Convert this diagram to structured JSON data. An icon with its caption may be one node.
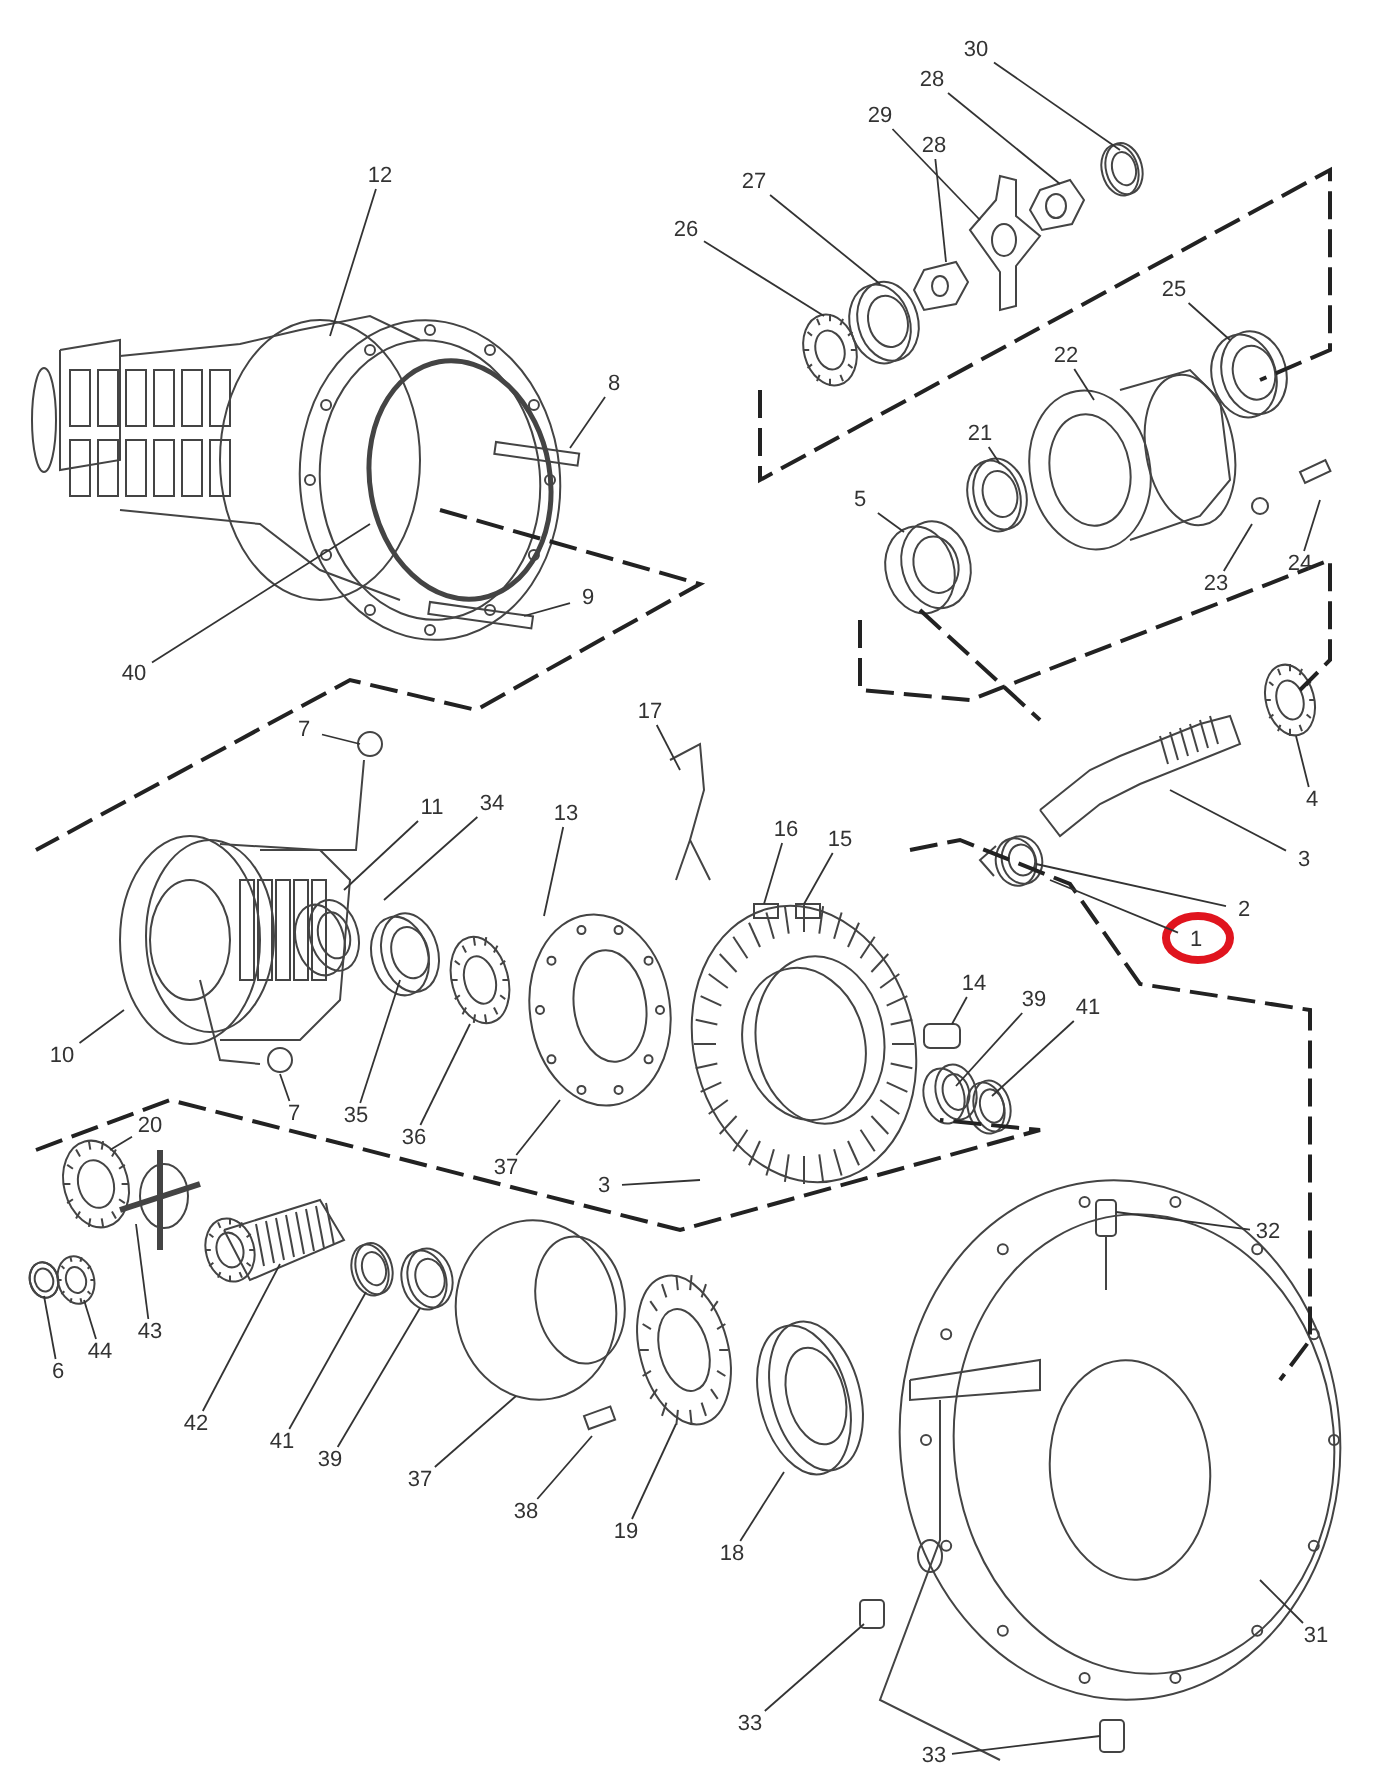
{
  "diagram": {
    "nodes": [
      {
        "text": [
          "12"
        ]
      },
      {
        "text": [
          "8"
        ]
      },
      {
        "text": [
          "9"
        ]
      },
      {
        "text": [
          "40"
        ]
      },
      {
        "text": [
          "7"
        ]
      },
      {
        "text": [
          "11"
        ]
      },
      {
        "text": [
          "34"
        ]
      },
      {
        "text": [
          "13"
        ]
      },
      {
        "text": [
          "17"
        ]
      },
      {
        "text": [
          "16"
        ]
      },
      {
        "text": [
          "15"
        ]
      },
      {
        "text": [
          "30"
        ]
      },
      {
        "text": [
          "28"
        ]
      },
      {
        "text": [
          "29"
        ]
      },
      {
        "text": [
          "28"
        ]
      },
      {
        "text": [
          "27"
        ]
      },
      {
        "text": [
          "26"
        ]
      },
      {
        "text": [
          "25"
        ]
      },
      {
        "text": [
          "22"
        ]
      },
      {
        "text": [
          "21"
        ]
      },
      {
        "text": [
          "5"
        ]
      },
      {
        "text": [
          "24"
        ]
      },
      {
        "text": [
          "23"
        ]
      },
      {
        "text": [
          "4"
        ]
      },
      {
        "text": [
          "3"
        ]
      },
      {
        "text": [
          "2"
        ]
      },
      {
        "text": [
          "1"
        ]
      },
      {
        "text": [
          "10"
        ]
      },
      {
        "text": [
          "7"
        ]
      },
      {
        "text": [
          "35"
        ]
      },
      {
        "text": [
          "36"
        ]
      },
      {
        "text": [
          "37"
        ]
      },
      {
        "text": [
          "3"
        ]
      },
      {
        "text": [
          "14"
        ]
      },
      {
        "text": [
          "39"
        ]
      },
      {
        "text": [
          "41"
        ]
      },
      {
        "text": [
          "20"
        ]
      },
      {
        "text": [
          "43"
        ]
      },
      {
        "text": [
          "44"
        ]
      },
      {
        "text": [
          "6"
        ]
      },
      {
        "text": [
          "42"
        ]
      },
      {
        "text": [
          "41"
        ]
      },
      {
        "text": [
          "39"
        ]
      },
      {
        "text": [
          "37"
        ]
      },
      {
        "text": [
          "38"
        ]
      },
      {
        "text": [
          "19"
        ]
      },
      {
        "text": [
          "18"
        ]
      },
      {
        "text": [
          "32"
        ]
      },
      {
        "text": [
          "31"
        ]
      },
      {
        "text": [
          "33"
        ]
      },
      {
        "text": [
          "33"
        ]
      }
    ],
    "edges": [
      {
        "from": 0,
        "to": null,
        "arrow": "none"
      },
      {
        "from": 1,
        "to": null,
        "arrow": "none"
      },
      {
        "from": 2,
        "to": null,
        "arrow": "none"
      },
      {
        "from": 3,
        "to": null,
        "arrow": "none"
      },
      {
        "from": 4,
        "to": null,
        "arrow": "none"
      },
      {
        "from": 5,
        "to": null,
        "arrow": "none"
      },
      {
        "from": 6,
        "to": null,
        "arrow": "none"
      },
      {
        "from": 7,
        "to": null,
        "arrow": "none"
      },
      {
        "from": 8,
        "to": null,
        "arrow": "none"
      },
      {
        "from": 9,
        "to": null,
        "arrow": "none"
      },
      {
        "from": 10,
        "to": null,
        "arrow": "none"
      },
      {
        "from": 11,
        "to": null,
        "arrow": "none"
      },
      {
        "from": 12,
        "to": null,
        "arrow": "none"
      },
      {
        "from": 13,
        "to": null,
        "arrow": "none"
      },
      {
        "from": 14,
        "to": null,
        "arrow": "none"
      },
      {
        "from": 15,
        "to": null,
        "arrow": "none"
      },
      {
        "from": 16,
        "to": null,
        "arrow": "none"
      },
      {
        "from": 17,
        "to": null,
        "arrow": "none"
      },
      {
        "from": 18,
        "to": null,
        "arrow": "none"
      },
      {
        "from": 19,
        "to": null,
        "arrow": "none"
      },
      {
        "from": 20,
        "to": null,
        "arrow": "none"
      },
      {
        "from": 21,
        "to": null,
        "arrow": "none"
      },
      {
        "from": 22,
        "to": null,
        "arrow": "none"
      },
      {
        "from": 23,
        "to": null,
        "arrow": "none"
      },
      {
        "from": 24,
        "to": null,
        "arrow": "none"
      },
      {
        "from": 25,
        "to": null,
        "arrow": "none"
      },
      {
        "from": 26,
        "to": null,
        "arrow": "none"
      },
      {
        "from": 27,
        "to": null,
        "arrow": "none"
      },
      {
        "from": 28,
        "to": null,
        "arrow": "none"
      },
      {
        "from": 29,
        "to": null,
        "arrow": "none"
      },
      {
        "from": 30,
        "to": null,
        "arrow": "none"
      },
      {
        "from": 31,
        "to": null,
        "arrow": "none"
      },
      {
        "from": 32,
        "to": null,
        "arrow": "none"
      },
      {
        "from": 33,
        "to": null,
        "arrow": "none"
      },
      {
        "from": 34,
        "to": null,
        "arrow": "none"
      },
      {
        "from": 35,
        "to": null,
        "arrow": "none"
      },
      {
        "from": 36,
        "to": null,
        "arrow": "none"
      },
      {
        "from": 37,
        "to": null,
        "arrow": "none"
      },
      {
        "from": 38,
        "to": null,
        "arrow": "none"
      },
      {
        "from": 39,
        "to": null,
        "arrow": "none"
      },
      {
        "from": 40,
        "to": null,
        "arrow": "none"
      },
      {
        "from": 41,
        "to": null,
        "arrow": "none"
      },
      {
        "from": 42,
        "to": null,
        "arrow": "none"
      },
      {
        "from": 43,
        "to": null,
        "arrow": "none"
      },
      {
        "from": 44,
        "to": null,
        "arrow": "none"
      },
      {
        "from": 45,
        "to": null,
        "arrow": "none"
      },
      {
        "from": 46,
        "to": null,
        "arrow": "none"
      },
      {
        "from": 47,
        "to": null,
        "arrow": "none"
      },
      {
        "from": 48,
        "to": null,
        "arrow": "none"
      },
      {
        "from": 49,
        "to": null,
        "arrow": "none"
      },
      {
        "from": 50,
        "to": null,
        "arrow": "none"
      }
    ]
  }
}
